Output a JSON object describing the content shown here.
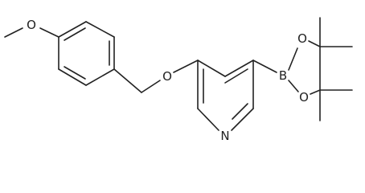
{
  "diagram": {
    "atoms": {
      "methoxy_o": "O",
      "ether_o": "O",
      "ring_n": "N",
      "boron": "B",
      "boronate_o_top": "O",
      "boronate_o_bottom": "O"
    },
    "colors": {
      "ink": "#222222",
      "background": "#ffffff"
    }
  }
}
